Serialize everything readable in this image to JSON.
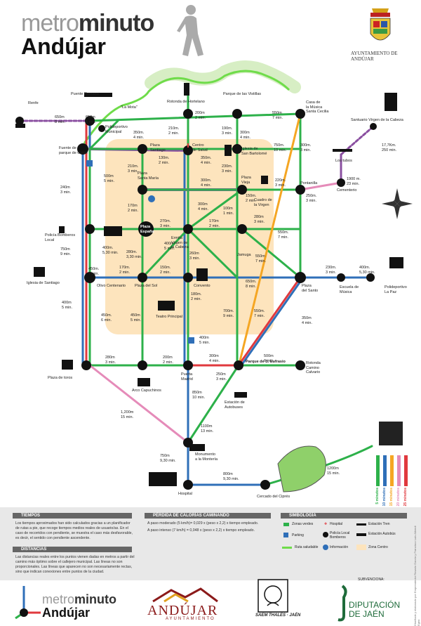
{
  "header": {
    "brand_light": "metro",
    "brand_bold": "minuto",
    "city": "Andújar",
    "council_caption": "AYUNTAMIENTO DE ANDÚJAR"
  },
  "stations": {
    "renfe": "Renfe",
    "puente_romano": "Puente Romano",
    "la_mota": "\"La Mota\"",
    "polideportivo": "Polideportivo\nMunicipal",
    "rotonda_hortelano": "Rotonda de Hortelano",
    "vistillas": "Parque de las Vistillas",
    "casa_musica": "Casa de\nla Música\nSanta Cecilia",
    "santuario": "Santuario Virgen de la Cabeza",
    "fuente_colon": "Fuente de\nparque de Colón",
    "plaza_santiago": "Plaza\nSantiago",
    "centro_salud": "Centro\nde Salud",
    "iglesia_bartolome": "Iglesia de\nSan Bartolomé",
    "los_tubos": "Los tubos",
    "plaza_santa_maria": "Plaza\nSanta María",
    "plaza_vieja": "Plaza\nVieja",
    "cuadro_virgen": "Cuadro de\nla Virgen",
    "pontanilla": "Pontanilla",
    "cementerio": "Cementerio",
    "policia_local": "Policía\nLocal",
    "bomberos": "Bomberos",
    "plaza_espana": "Plaza\nEspaña",
    "ermita": "Ermita\nVirgen de\nla Cabeza",
    "jamuga": "Jamuga",
    "iglesia_santiago": "Iglesia de Santiago",
    "olivo": "Olivo Centenario",
    "plaza_sol": "Plaza del Sol",
    "convento": "Convento",
    "plaza_santo": "Plaza\ndel Santo",
    "escuela_musica": "Escuela de\nMúsica",
    "poli_la_paz": "Polideportivo\nLa Paz",
    "teatro": "Teatro Principal",
    "plaza_toros": "Plaza de toros",
    "arco": "Arco Capuchinos",
    "puerta_madrid": "Puerta\nMadrid",
    "parque_eufrasio": "Parque de S. Eufrasio",
    "rotonda_calvario": "Rotonda\nCamino\nCalvario",
    "estacion": "Estación de\nAutobuses",
    "monumento": "Monumento\na la Montería",
    "hospital": "Hospital",
    "cercado": "Cercado del Ciprés"
  },
  "times": {
    "t01": "650m\n8 min.",
    "t02": "650m\n5 min.",
    "t03": "200m\n2 min.",
    "t04": "550m\n7 min.",
    "t05": "350m.\n4 min.",
    "t06": "210m.\n2 min.",
    "t07": "190m.\n3 min.",
    "t08": "300m\n4 min.",
    "t09": "750m.\n10 min.",
    "t10": "300m.\n3 min.",
    "t11": "130m.\n2 min.",
    "t12": "350m.\n4 min.",
    "t13": "230m.\n3 min.",
    "t14": "210m.\n3 min.",
    "t15": "300m.\n4 min.",
    "t16": "220m.\n3 min.",
    "t17": "240m\n3 min.",
    "t18": "500m\n5 min.",
    "t19": "150m.\n2 min.",
    "t20": "250m.\n3 min.",
    "t21": "1900 m.\n23 min.",
    "t22": "17,7Km.\n250 min.",
    "t23": "170m\n2 min.",
    "t24": "300m\n4 min.",
    "t25": "100m\n1 min.",
    "t26": "280m\n3 min.",
    "t27": "270m.\n3 min.",
    "t28": "170m\n2 min.",
    "t29": "550m.\n7 min.",
    "t30": "750m\n9 min.",
    "t31": "400m.\n5,30 min.",
    "t32": "280m.\n3,30 min.",
    "t33": "400m\n5 min.",
    "t34": "260m\n3 min.",
    "t35": "550m\n7 min.",
    "t36": "450m.\n7 min.",
    "t37": "170m.\n2 min.",
    "t38": "150m.\n2 min.",
    "t39": "650m.\n8 min.",
    "t40": "230m.\n3 min.",
    "t41": "400m.\n5,30 min.",
    "t42": "180m.\n2 min.",
    "t43": "400m\n5 min.",
    "t44": "450m.\n6 min.",
    "t45": "450m\n5 min.",
    "t46": "700m.\n9 min.",
    "t47": "550m.\n7 min.",
    "t48": "350m\n4 min.",
    "t49": "400m\n5 min.",
    "t50": "280m\n3 min.",
    "t51": "200m\n2 min.",
    "t52": "300m\n4 min.",
    "t53": "500m\n6 min.",
    "t54": "250m\n3 min.",
    "t55": "850m\n10 min.",
    "t56": "1,200m\n15 min.",
    "t57": "1100m\n13 min.",
    "t58": "750m\n9,30 min.",
    "t59": "800m\n9,30 min.",
    "t60": "1200m\n15 min.",
    "t61": "400m\n5 min."
  },
  "time_legend": [
    "5 minutos",
    "10 minutos",
    "15 minutos",
    "20 minutos",
    "25 minutos"
  ],
  "line_colors": {
    "green": "#2db14a",
    "blue": "#2f6fb8",
    "red": "#e0393e",
    "purple": "#8a4fa0",
    "orange": "#f5a623",
    "pink": "#e58bb9",
    "walk": "#6fdc4a",
    "zone": "#fde4bd"
  },
  "info": {
    "tiempos_title": "TIEMPOS",
    "tiempos_text": "Los tiempos aproximados han sido calculados gracias a un planificador de rutas a pie, que recoge tiempos medios reales de usuario/as. En el caso de recorridos con pendiente, se muestra el caso más desfavorable, es decir, el sentido con pendiente ascendente.",
    "distancias_title": "DISTANCIAS",
    "distancias_text": "Las distancias reales entre los puntos vienen dadas en metros a partir del camino más óptimo sobre el callejero municipal. Las líneas no son proporcionales. Las líneas que aparecen no son necesariamente rectas, sino que indican conexiones entre puntos de la ciudad.",
    "calorias_title": "PÉRDIDA DE CALORÍAS CAMINANDO",
    "calorias_l1": "A paso moderado (5 km/h)= 0,029 x (peso x 2,2) x tiempo empleado.",
    "calorias_l2": "A paso intenso (7 km/h) = 0,048 x (peso x 2,2) x tiempo empleado.",
    "simbologia_title": "SIMBOLOGÍA",
    "legend": {
      "zonas_verdes": "Zonas verdes",
      "hospital": "Hospital",
      "estacion_tren": "Estación Tren",
      "parking": "Parking",
      "policia_bomberos": "Policía Local\nBomberos",
      "estacion_autobus": "Estación Autobús",
      "ruta_saludable": "Ruta saludable",
      "informacion": "Información",
      "zona_centro": "Zona Centro"
    }
  },
  "footer": {
    "brand_light": "metro",
    "brand_bold": "minuto",
    "city": "Andújar",
    "council_logo": "ANDÚJAR",
    "council_logo_sub": "AYUNTAMIENTO",
    "saem": "SAEM THALES · JAÉN",
    "subvenciona": "SUBVENCIONA:",
    "diputacion": "DIPUTACIÓN\nDE JAÉN",
    "credit": "Diseñado y elaborado por Emprendedor Rosario García y Francisco Luis Alberdi Egea"
  }
}
